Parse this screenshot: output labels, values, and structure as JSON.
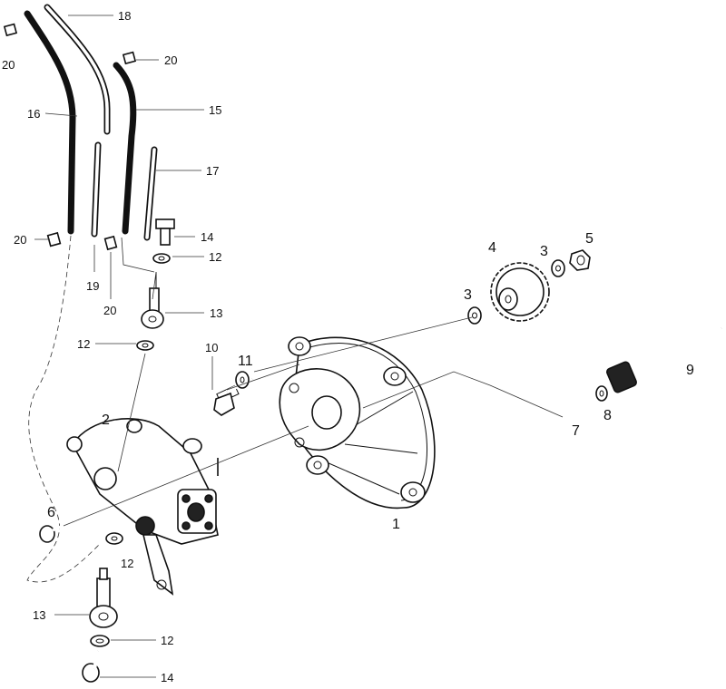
{
  "callouts": {
    "c1": "1",
    "c2": "2",
    "c3a": "3",
    "c3b": "3",
    "c4": "4",
    "c5": "5",
    "c6": "6",
    "c7": "7",
    "c8": "8",
    "c9": "9",
    "c10": "10",
    "c11": "11",
    "c12a": "12",
    "c12b": "12",
    "c12c": "12",
    "c12d": "12",
    "c13a": "13",
    "c13b": "13",
    "c14a": "14",
    "c14b": "14",
    "c15": "15",
    "c16": "16",
    "c17": "17",
    "c18": "18",
    "c19": "19",
    "c20a": "20",
    "c20b": "20",
    "c20c": "20",
    "c20d": "20"
  },
  "colors": {
    "ink": "#111111",
    "paper": "#ffffff"
  }
}
